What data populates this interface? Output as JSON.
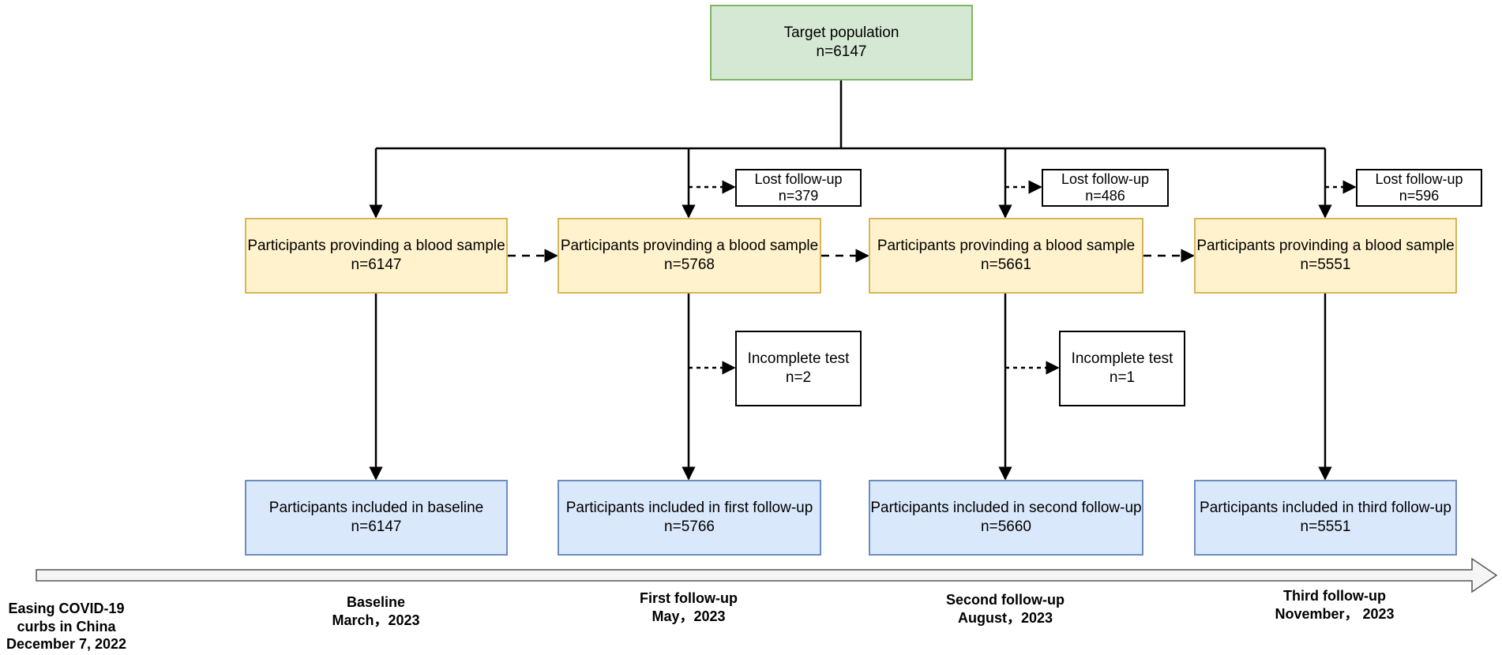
{
  "target": {
    "title": "Target population",
    "count": "n=6147"
  },
  "stages": [
    {
      "blood_title": "Participants provinding a blood sample",
      "blood_count": "n=6147",
      "included_title": "Participants included in baseline",
      "included_count": "n=6147",
      "lost_title": "",
      "lost_count": "",
      "incomplete_title": "",
      "incomplete_count": ""
    },
    {
      "blood_title": "Participants provinding a blood sample",
      "blood_count": "n=5768",
      "included_title": "Participants included in first follow-up",
      "included_count": "n=5766",
      "lost_title": "Lost follow-up",
      "lost_count": "n=379",
      "incomplete_title": "Incomplete test",
      "incomplete_count": "n=2"
    },
    {
      "blood_title": "Participants provinding a blood sample",
      "blood_count": "n=5661",
      "included_title": "Participants included in second follow-up",
      "included_count": "n=5660",
      "lost_title": "Lost follow-up",
      "lost_count": "n=486",
      "incomplete_title": "Incomplete test",
      "incomplete_count": "n=1"
    },
    {
      "blood_title": "Participants provinding a blood sample",
      "blood_count": "n=5551",
      "included_title": "Participants included in third follow-up",
      "included_count": "n=5551",
      "lost_title": "Lost follow-up",
      "lost_count": "n=596",
      "incomplete_title": "",
      "incomplete_count": ""
    }
  ],
  "timeline": {
    "start": {
      "line1": "Easing COVID-19",
      "line2": "curbs in China",
      "line3": "December 7, 2022"
    },
    "points": [
      {
        "name": "Baseline",
        "date": "March，2023"
      },
      {
        "name": "First follow-up",
        "date": "May，2023"
      },
      {
        "name": "Second follow-up",
        "date": "August，2023"
      },
      {
        "name": "Third follow-up",
        "date": "November， 2023"
      }
    ]
  },
  "colors": {
    "green_fill": "#d5e8d4",
    "green_border": "#82b366",
    "yellow_fill": "#fff2cc",
    "yellow_border": "#d6b656",
    "blue_fill": "#dae8fc",
    "blue_border": "#6c8ebf"
  }
}
